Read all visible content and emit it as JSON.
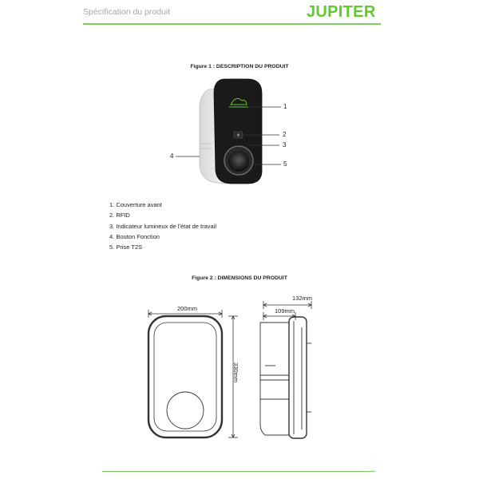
{
  "header": {
    "left_text": "Spécification du produit",
    "brand": "JUPITER",
    "accent": "#5fc92e"
  },
  "figure1": {
    "title": "Figure 1 : DESCRIPTION DU PRODUIT",
    "callouts": [
      "1",
      "2",
      "3",
      "4",
      "5"
    ],
    "legend": [
      "1. Couverture avant",
      "2. RFID",
      "3. Indicateur lumineux de l'état de travail",
      "4. Bouton Fonction",
      "5. Prise T2S"
    ]
  },
  "figure2": {
    "title": "Figure 2 : DIMENSIONS DU PRODUIT",
    "width_label": "200mm",
    "height_label": "330mm",
    "depth_total_label": "132mm",
    "depth_body_label": "109mm"
  }
}
